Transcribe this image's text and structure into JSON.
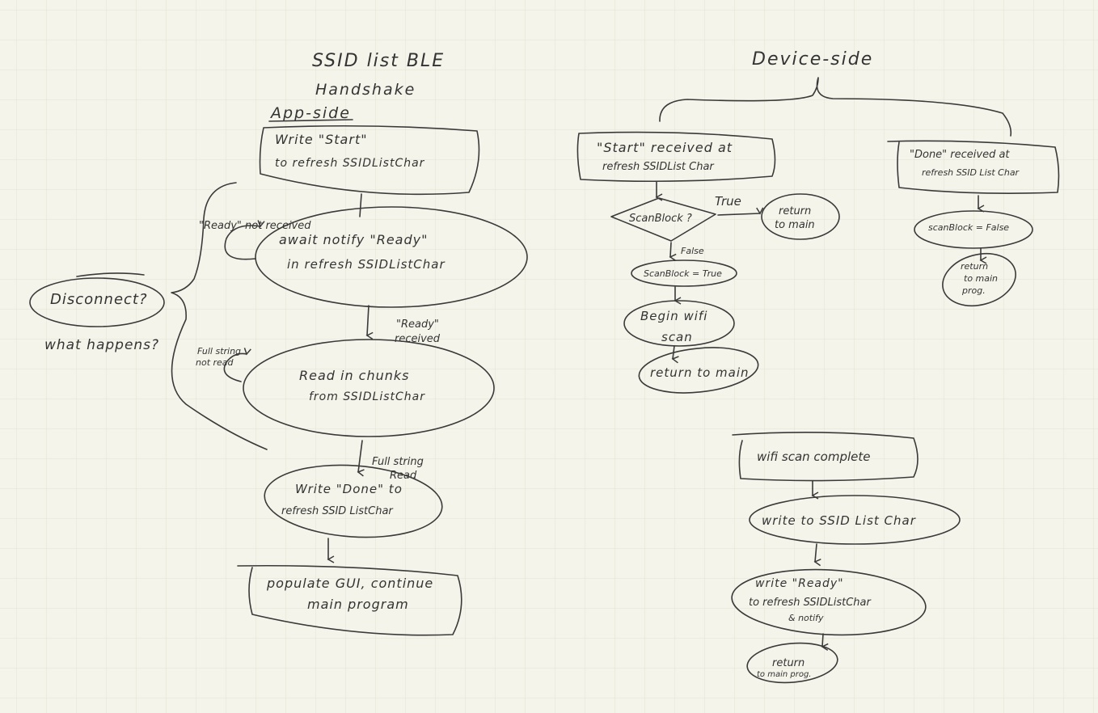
{
  "colors": {
    "paper": "#f5f4ea",
    "grid": "#e2e2d6",
    "ink": "#3a3a3a"
  },
  "app_side": {
    "title_line1": "SSID list BLE",
    "title_line2": "Handshake",
    "section": "App-side",
    "write_start": [
      "Write \"Start\"",
      "to refresh SSIDListChar"
    ],
    "await_notify": [
      "await notify \"Ready\"",
      "in refresh SSIDListChar"
    ],
    "ready_not_received": "\"Ready\" not received",
    "ready_received": [
      "\"Ready\"",
      "received"
    ],
    "read_chunks": [
      "Read in chunks",
      "from SSIDListChar"
    ],
    "full_string_not_read": [
      "Full string",
      "not read"
    ],
    "full_string_read": [
      "Full string",
      "Read"
    ],
    "write_done": [
      "Write \"Done\" to",
      "refresh SSID ListChar"
    ],
    "populate": [
      "populate GUI, continue",
      "main program"
    ],
    "disconnect": "Disconnect?",
    "what_happens": "what happens?"
  },
  "device_side": {
    "title": "Device-side",
    "start_received": [
      "\"Start\" received at",
      "refresh SSIDList Char"
    ],
    "scan_block_decision": "ScanBlock ?",
    "true_label": "True",
    "false_label": "False",
    "return_main_1": [
      "return",
      "to main"
    ],
    "scan_block_true": "ScanBlock = True",
    "begin_scan": [
      "Begin wifi",
      "scan"
    ],
    "return_main_2": "return to main",
    "done_received": [
      "\"Done\" received at",
      "refresh SSID List Char"
    ],
    "scan_block_false": "scanBlock = False",
    "return_main_prog_1": [
      "return",
      "to main",
      "prog."
    ],
    "scan_complete": "wifi scan complete",
    "write_list": "write to SSID List Char",
    "write_ready": [
      "write \"Ready\"",
      "to refresh SSIDListChar",
      "& notify"
    ],
    "return_main_prog_2": [
      "return",
      "to main prog."
    ]
  }
}
